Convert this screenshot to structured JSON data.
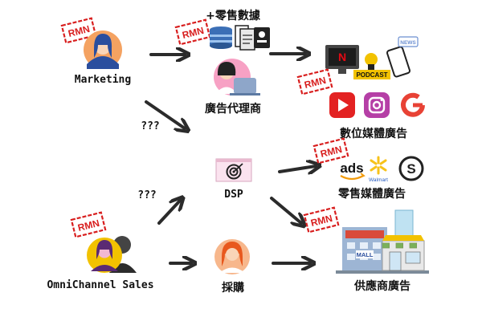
{
  "stamp": "RMN",
  "nodes": {
    "marketing": "Marketing",
    "agency": "廣告代理商",
    "agency_tag": "+零售數據",
    "digital_media": "數位媒體廣告",
    "podcast": "PODCAST",
    "news": "NEWS",
    "unknown_top": "???",
    "unknown_bottom": "???",
    "dsp": "DSP",
    "retail_media": "零售媒體廣告",
    "ads": "ads",
    "walmart": "Walmart",
    "omnichannel": "OmniChannel Sales",
    "buyer": "採購",
    "supplier": "供應商廣告",
    "mall": "MALL"
  },
  "colors": {
    "stamp_red": "#d81e1e",
    "arrow": "#2b2b2b",
    "avatar_orange": "#f4a261",
    "avatar_pink": "#f7a1c4",
    "avatar_peach": "#f7b78c"
  }
}
